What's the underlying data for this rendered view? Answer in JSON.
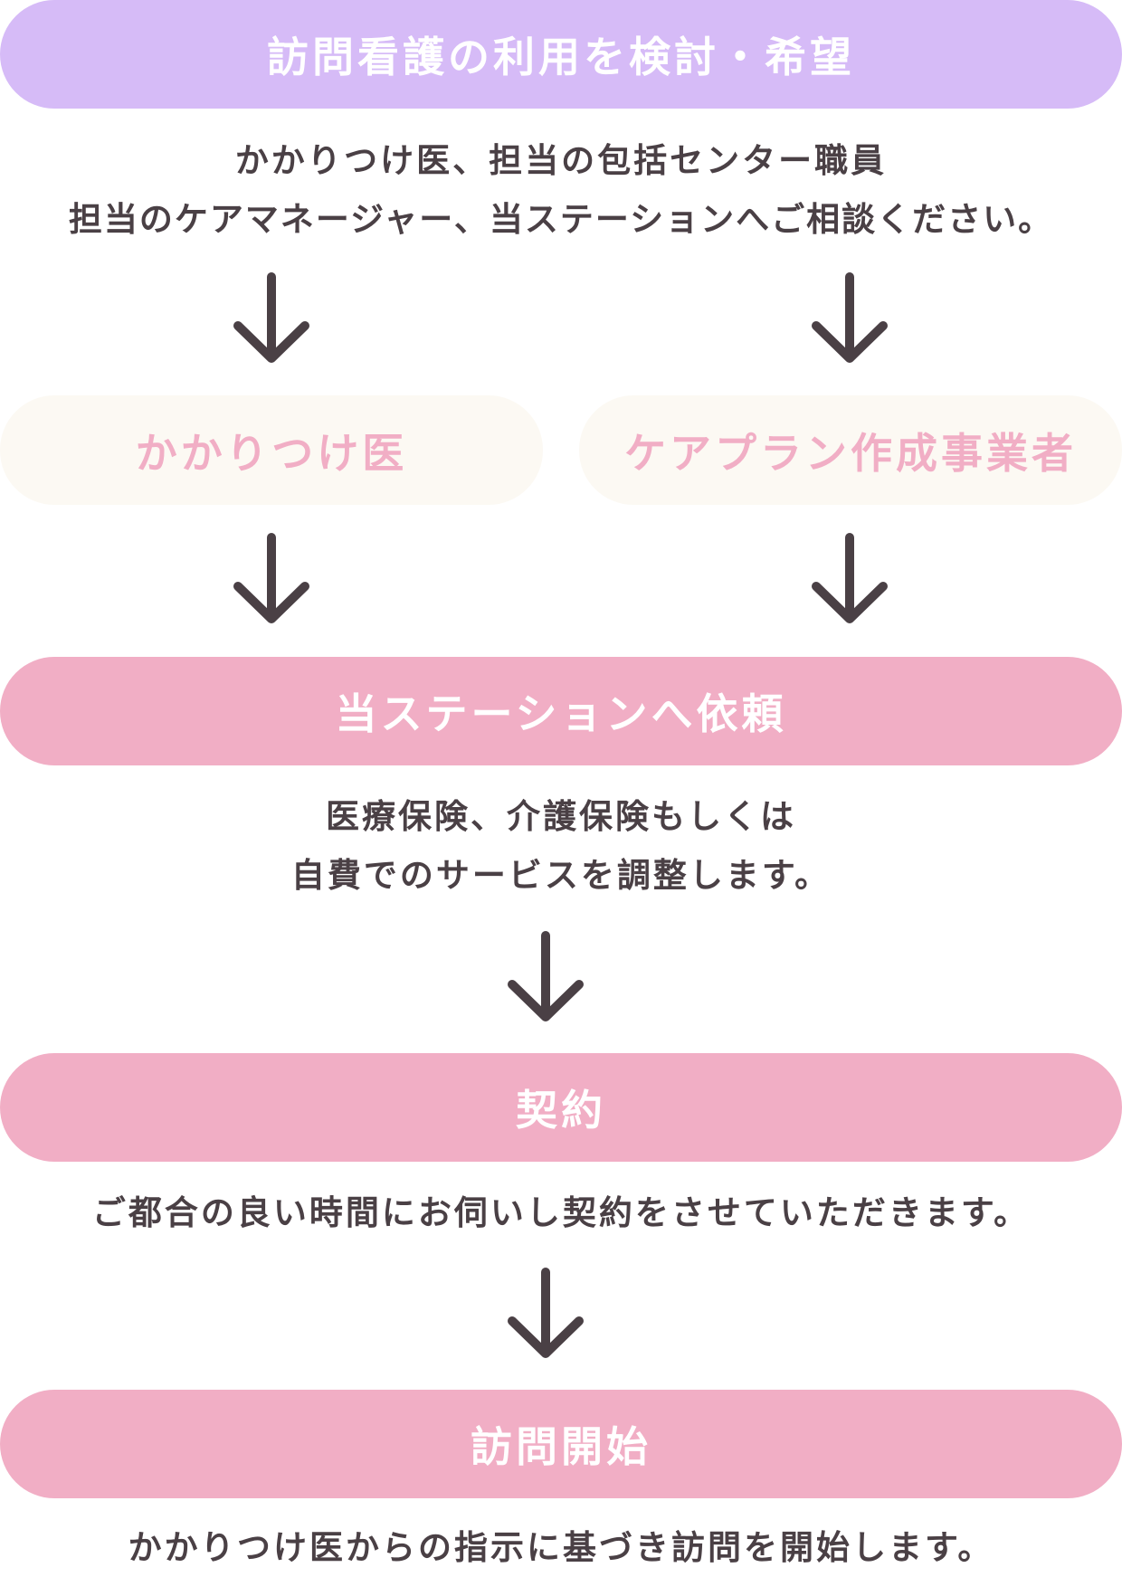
{
  "flow": {
    "step1": {
      "title": "訪問看護の利用を検討・希望",
      "description_lines": [
        "かかりつけ医、担当の包括センター職員",
        "担当のケアマネージャー、当ステーションへご相談ください。"
      ]
    },
    "branches": [
      {
        "label": "かかりつけ医"
      },
      {
        "label": "ケアプラン作成事業者"
      }
    ],
    "step2": {
      "title": "当ステーションへ依頼",
      "description_lines": [
        "医療保険、介護保険もしくは",
        "自費でのサービスを調整します。"
      ]
    },
    "step3": {
      "title": "契約",
      "description_lines": [
        "ご都合の良い時間にお伺いし契約をさせていただきます。"
      ]
    },
    "step4": {
      "title": "訪問開始",
      "description_lines": [
        "かかりつけ医からの指示に基づき訪問を開始します。"
      ]
    }
  },
  "colors": {
    "header_purple": "#D6BBF7",
    "step_pink": "#F1AEC5",
    "branch_cream": "#FCF9F3",
    "branch_text_pink": "#F1AEC5",
    "text_dark": "#4A4045",
    "arrow": "#4A4045"
  },
  "icons": {
    "arrow": "arrow-down-icon"
  }
}
